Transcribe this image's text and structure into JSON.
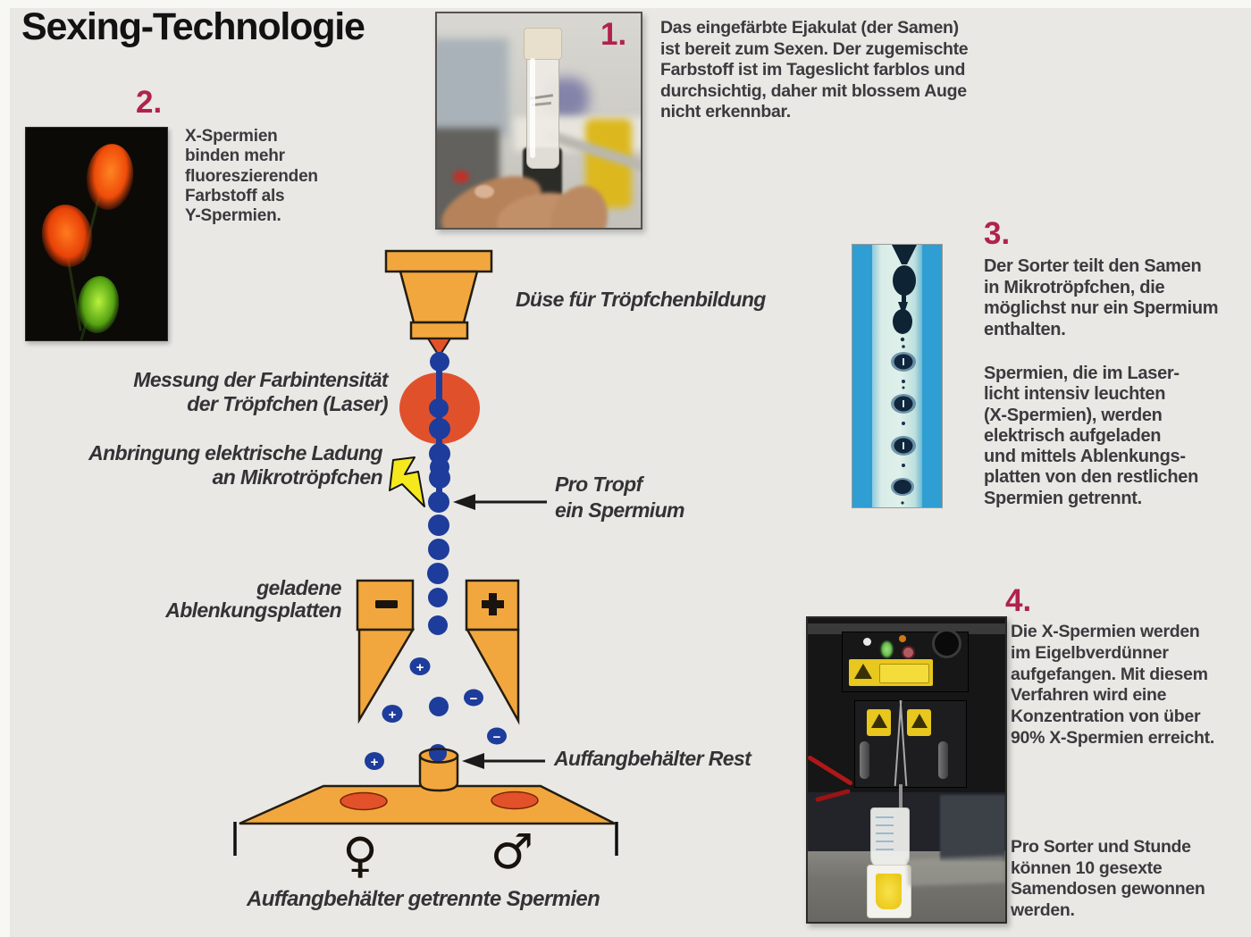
{
  "title": "Sexing-Technologie",
  "colors": {
    "background": "#e9e8e5",
    "accent_orange": "#f2a73e",
    "laser_red": "#e0512b",
    "droplet_blue": "#1e3c9b",
    "number_red": "#b0224d",
    "body_text": "#3b3b3e",
    "photo3_blue": "#2f9ed2",
    "bolt_yellow": "#f5e81d"
  },
  "sections": {
    "s1": {
      "num": "1.",
      "lines": [
        "Das eingefärbte Ejakulat (der Samen)",
        "ist bereit zum Sexen. Der zugemischte",
        "Farbstoff ist im Tageslicht farblos und",
        "durchsichtig, daher mit blossem Auge",
        "nicht erkennbar."
      ]
    },
    "s2": {
      "num": "2.",
      "lines": [
        "X-Spermien",
        "binden mehr",
        "fluoreszierenden",
        "Farbstoff als",
        "Y-Spermien."
      ]
    },
    "s3": {
      "num": "3.",
      "para1": [
        "Der Sorter teilt den Samen",
        "in Mikrotröpfchen, die",
        "möglichst nur ein Spermium",
        "enthalten."
      ],
      "para2": [
        "Spermien, die im Laser-",
        "licht intensiv leuchten",
        "(X-Spermien), werden",
        "elektrisch aufgeladen",
        "und mittels Ablenkungs-",
        "platten von den restlichen",
        "Spermien getrennt."
      ]
    },
    "s4": {
      "num": "4.",
      "para1": [
        "Die X-Spermien werden",
        "im Eigelbverdünner",
        "aufgefangen. Mit diesem",
        "Verfahren wird eine",
        "Konzentration von über",
        "90% X-Spermien erreicht."
      ],
      "para2": [
        "Pro Sorter und Stunde",
        "können 10 gesexte",
        "Samendosen gewonnen",
        "werden."
      ]
    }
  },
  "diagram": {
    "labels": {
      "duese": "Düse für Tröpfchenbildung",
      "messung": [
        "Messung der Farbintensität",
        "der Tröpfchen (Laser)"
      ],
      "anbringung": [
        "Anbringung elektrische Ladung",
        "an Mikrotröpfchen"
      ],
      "pro_tropf": [
        "Pro Tropf",
        "ein Spermium"
      ],
      "geladene": [
        "geladene",
        "Ablenkungsplatten"
      ],
      "rest": "Auffangbehälter Rest",
      "caption": "Auffangbehälter getrennte Spermien"
    },
    "signs": {
      "plus": "+",
      "minus": "−"
    },
    "symbols": {
      "female": "♀",
      "male": "♂"
    }
  }
}
